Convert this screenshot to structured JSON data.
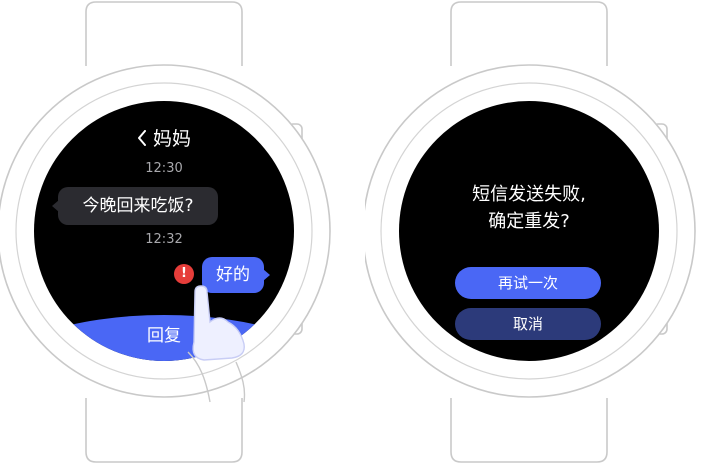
{
  "chat": {
    "contact_name": "妈妈",
    "messages": [
      {
        "time": "12:30",
        "text": "今晚回来吃饭?",
        "direction": "incoming"
      },
      {
        "time": "12:32",
        "text": "好的",
        "direction": "outgoing",
        "status": "failed"
      }
    ],
    "error_mark": "!",
    "reply_label": "回复"
  },
  "dialog": {
    "message_line1": "短信发送失败,",
    "message_line2": "确定重发?",
    "retry_label": "再试一次",
    "cancel_label": "取消"
  },
  "colors": {
    "accent": "#4a67f5",
    "cancel": "#2c3a7a",
    "error": "#e63d3a",
    "incoming_bubble": "#2b2b30",
    "screen": "#000000"
  }
}
